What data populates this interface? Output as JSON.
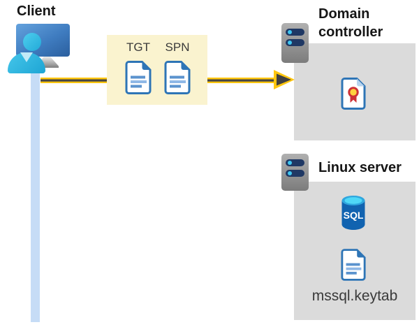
{
  "client": {
    "label": "Client"
  },
  "request": {
    "tgt": "TGT",
    "spn": "SPN"
  },
  "domain_controller": {
    "label": "Domain controller"
  },
  "linux_server": {
    "label": "Linux server",
    "sql_badge": "SQL",
    "keytab_label": "mssql.keytab"
  },
  "colors": {
    "arrow_yellow": "#ffc60f",
    "arrow_core": "#404040",
    "message_box_bg": "#faf3cf",
    "panel_bg": "#dbdbdb",
    "doc_blue": "#2e75b6",
    "doc_line_light": "#8fb8e6",
    "doc_line_mid": "#5b93ce",
    "sql_blue": "#1163b0",
    "sql_top_cyan": "#4fd8f7",
    "server_navy": "#1f3864",
    "server_dot_cyan": "#3fc6f0",
    "cert_red": "#ce3136",
    "cert_yellow": "#ffd23e",
    "person_cyan": "#2fb9e2",
    "monitor_blue": "#3f7cc0",
    "lifeline_blue": "#c6dcf6",
    "heading_ink": "#161616",
    "label_ink": "#3a3a3a"
  }
}
